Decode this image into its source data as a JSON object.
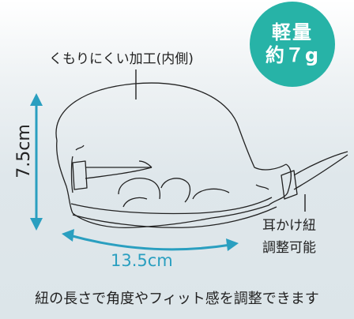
{
  "badge": {
    "line1": "軽量",
    "line2": "約７g"
  },
  "top_caption": "くもりにくい加工(内側)",
  "height_label": "7.5cm",
  "width_label": "13.5cm",
  "ear_caption": {
    "line1": "耳かけ紐",
    "line2": "調整可能"
  },
  "bottom_caption": "紐の長さで角度やフィット感を調整できます",
  "colors": {
    "badge": "#27b3a7",
    "arrow": "#2a9fc0",
    "line": "#222222"
  }
}
